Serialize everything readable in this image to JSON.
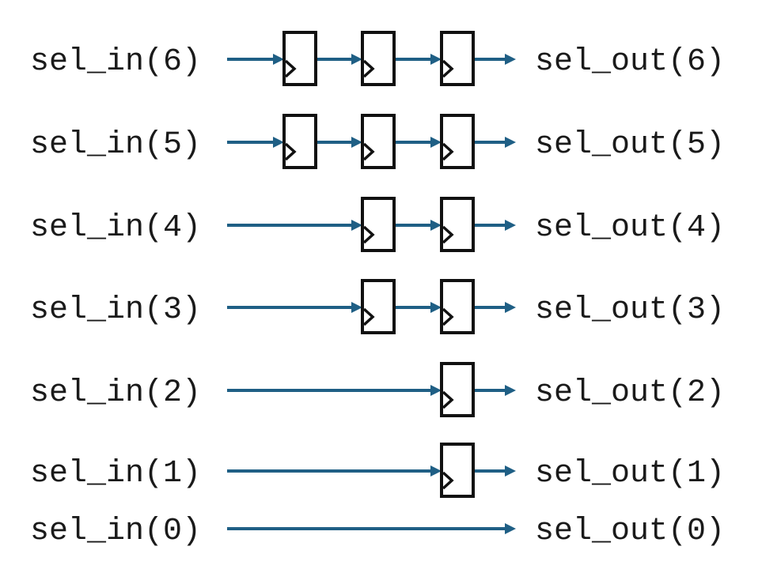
{
  "diagram": {
    "wire_color": "#1f5f85",
    "register_stroke_color": "#111111",
    "label_color": "#1a1a1a",
    "rows": [
      {
        "input_label": "sel_in(6)",
        "output_label": "sel_out(6)",
        "register_stages": 3
      },
      {
        "input_label": "sel_in(5)",
        "output_label": "sel_out(5)",
        "register_stages": 3
      },
      {
        "input_label": "sel_in(4)",
        "output_label": "sel_out(4)",
        "register_stages": 2
      },
      {
        "input_label": "sel_in(3)",
        "output_label": "sel_out(3)",
        "register_stages": 2
      },
      {
        "input_label": "sel_in(2)",
        "output_label": "sel_out(2)",
        "register_stages": 1
      },
      {
        "input_label": "sel_in(1)",
        "output_label": "sel_out(1)",
        "register_stages": 1
      },
      {
        "input_label": "sel_in(0)",
        "output_label": "sel_out(0)",
        "register_stages": 0
      }
    ]
  }
}
